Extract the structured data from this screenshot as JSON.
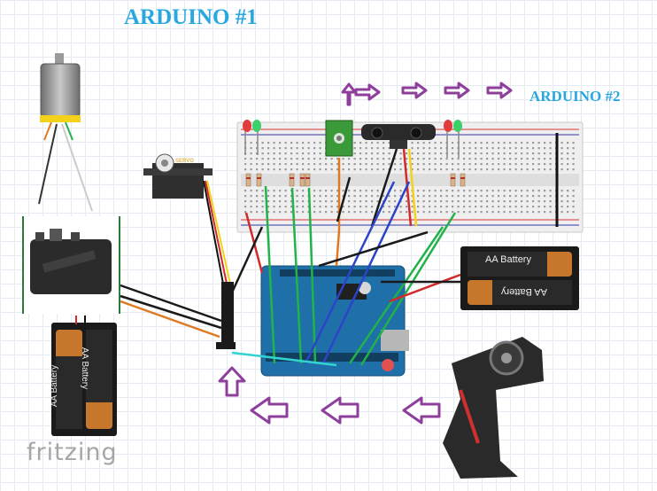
{
  "titles": {
    "arduino1": "ARDUINO #1",
    "arduino2": "ARDUINO #2"
  },
  "watermark": "fritzing",
  "battery_label": "AA Battery",
  "servo_label": "SERVO",
  "colors": {
    "title": "#29a7e0",
    "arrow_fill": "#ffffff",
    "arrow_stroke": "#8e3f9b",
    "arduino_board": "#1f6fa8",
    "breadboard": "#efefef",
    "wire_red": "#d12a2a",
    "wire_green": "#22b24a",
    "wire_black": "#1a1a1a",
    "wire_blue": "#2d43c8",
    "wire_cyan": "#31d3d3",
    "wire_orange": "#e07a22",
    "wire_yellow": "#f2d21a"
  },
  "icons": {
    "arrow": "arrow-icon",
    "motor": "dc-motor-icon",
    "esc": "esc-icon",
    "servo": "servo-icon",
    "battery": "battery-icon",
    "controller": "rc-transmitter-icon"
  }
}
